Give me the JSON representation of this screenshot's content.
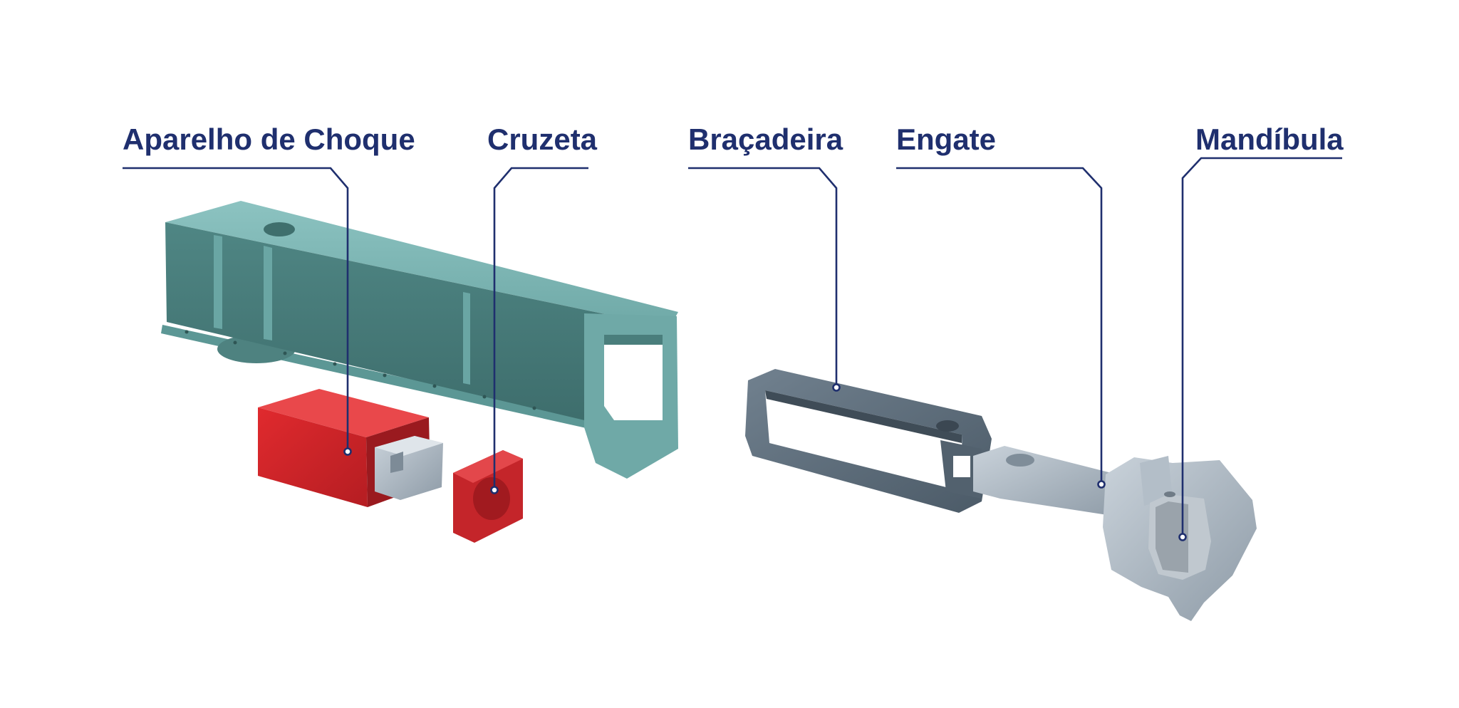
{
  "labels": {
    "aparelho_de_choque": "Aparelho de Choque",
    "cruzeta": "Cruzeta",
    "bracadeira": "Braçadeira",
    "engate": "Engate",
    "mandibula": "Mandíbula"
  },
  "colors": {
    "label_text": "#1f2f6e",
    "frame_teal": "#5e9c9a",
    "shock_red": "#c8242a",
    "yoke_slate": "#5a6c7a",
    "coupler_gray": "#9aa8b4"
  }
}
